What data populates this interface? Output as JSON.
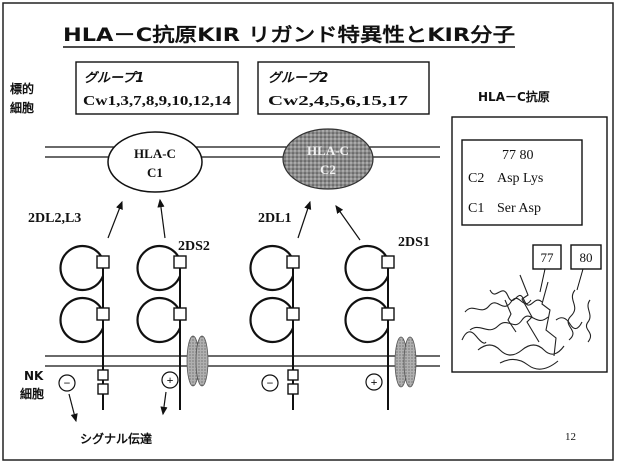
{
  "title": "HLA－C抗原KIR リガンド特異性とKIR分子",
  "target_cell_label": {
    "line1": "標的",
    "line2": "細胞"
  },
  "nk_cell_label": {
    "line1": "NK",
    "line2": "細胞"
  },
  "groups": [
    {
      "name": "グループ1",
      "alleles": "Cw1,3,7,8,9,10,12,14"
    },
    {
      "name": "グループ2",
      "alleles": "Cw2,4,5,6,15,17"
    }
  ],
  "ligands": [
    {
      "line1": "HLA-C",
      "line2": "C1"
    },
    {
      "line1": "HLA-C",
      "line2": "C2"
    }
  ],
  "receptors": [
    {
      "name": "2DL2,L3",
      "signal": "−"
    },
    {
      "name": "2DS2",
      "signal": "+"
    },
    {
      "name": "2DL1",
      "signal": "−"
    },
    {
      "name": "2DS1",
      "signal": "+"
    }
  ],
  "signal_label": "シグナル伝達",
  "hla_panel": {
    "title": "HLA－C抗原",
    "positions": "77 80",
    "rows": [
      {
        "group": "C2",
        "residues": "Asp Lys"
      },
      {
        "group": "C1",
        "residues": "Ser Asp"
      }
    ],
    "callouts": [
      "77",
      "80"
    ]
  },
  "page_number": "12",
  "colors": {
    "ink": "#111111",
    "background": "#ffffff",
    "c2_fill": "#8c8c8c",
    "dap12_fill": "#b0b0b0"
  }
}
